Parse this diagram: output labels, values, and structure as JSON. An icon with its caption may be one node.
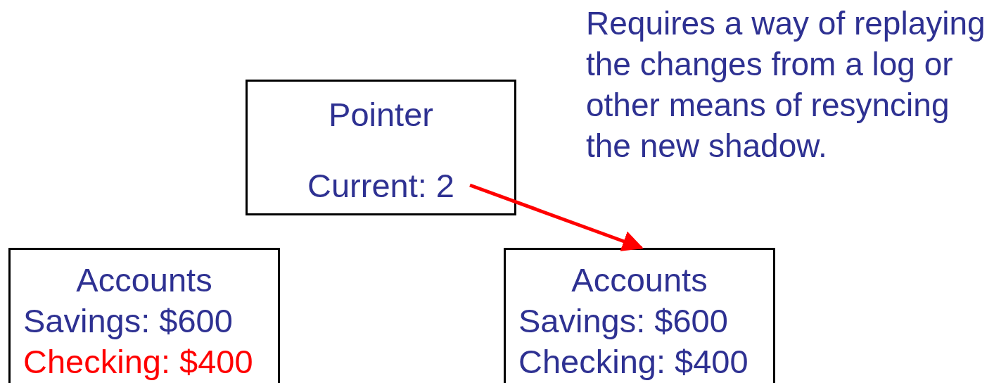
{
  "diagram": {
    "nodes": [
      {
        "text": [
          "Pointer",
          "Current: 2"
        ]
      },
      {
        "text": [
          "Accounts",
          "Savings: $600",
          "Checking: $400"
        ]
      },
      {
        "text": [
          "Accounts",
          "Savings: $600",
          "Checking: $400"
        ]
      }
    ],
    "edges": [
      {
        "from": 0,
        "to": 2,
        "arrow": "to",
        "color": "#ff0000"
      }
    ],
    "labels": [
      "Requires a way of replaying the changes from a log or other means of resyncing the new shadow."
    ]
  }
}
